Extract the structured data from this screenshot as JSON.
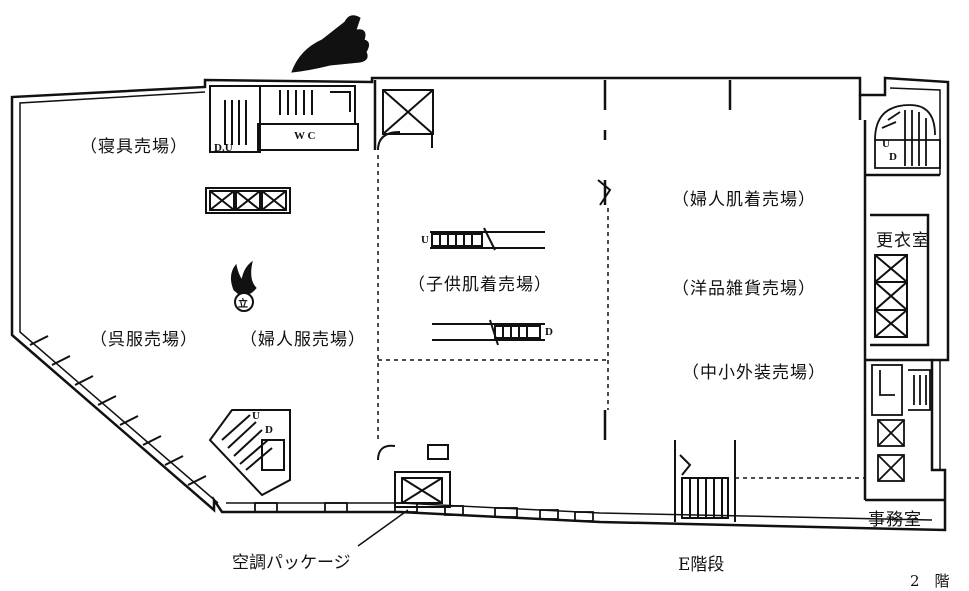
{
  "areas": {
    "bedding": "（寝具売場）",
    "kimono": "（呉服売場）",
    "womens_wear": "（婦人服売場）",
    "kids_underwear": "（子供肌着売場）",
    "womens_underwear": "（婦人肌着売場）",
    "western_goods": "（洋品雑貨売場）",
    "small_outerwear": "（中小外装売場）",
    "dressing_room": "更衣室",
    "office": "事務室"
  },
  "fixtures": {
    "wc": "W C",
    "du_top": "D.U",
    "u": "U",
    "d": "D",
    "esc_up": "U",
    "esc_down": "D",
    "stair_mark": "立"
  },
  "captions": {
    "aircon": "空調パッケージ",
    "e_stairs": "E階段",
    "floor": "2　階"
  }
}
